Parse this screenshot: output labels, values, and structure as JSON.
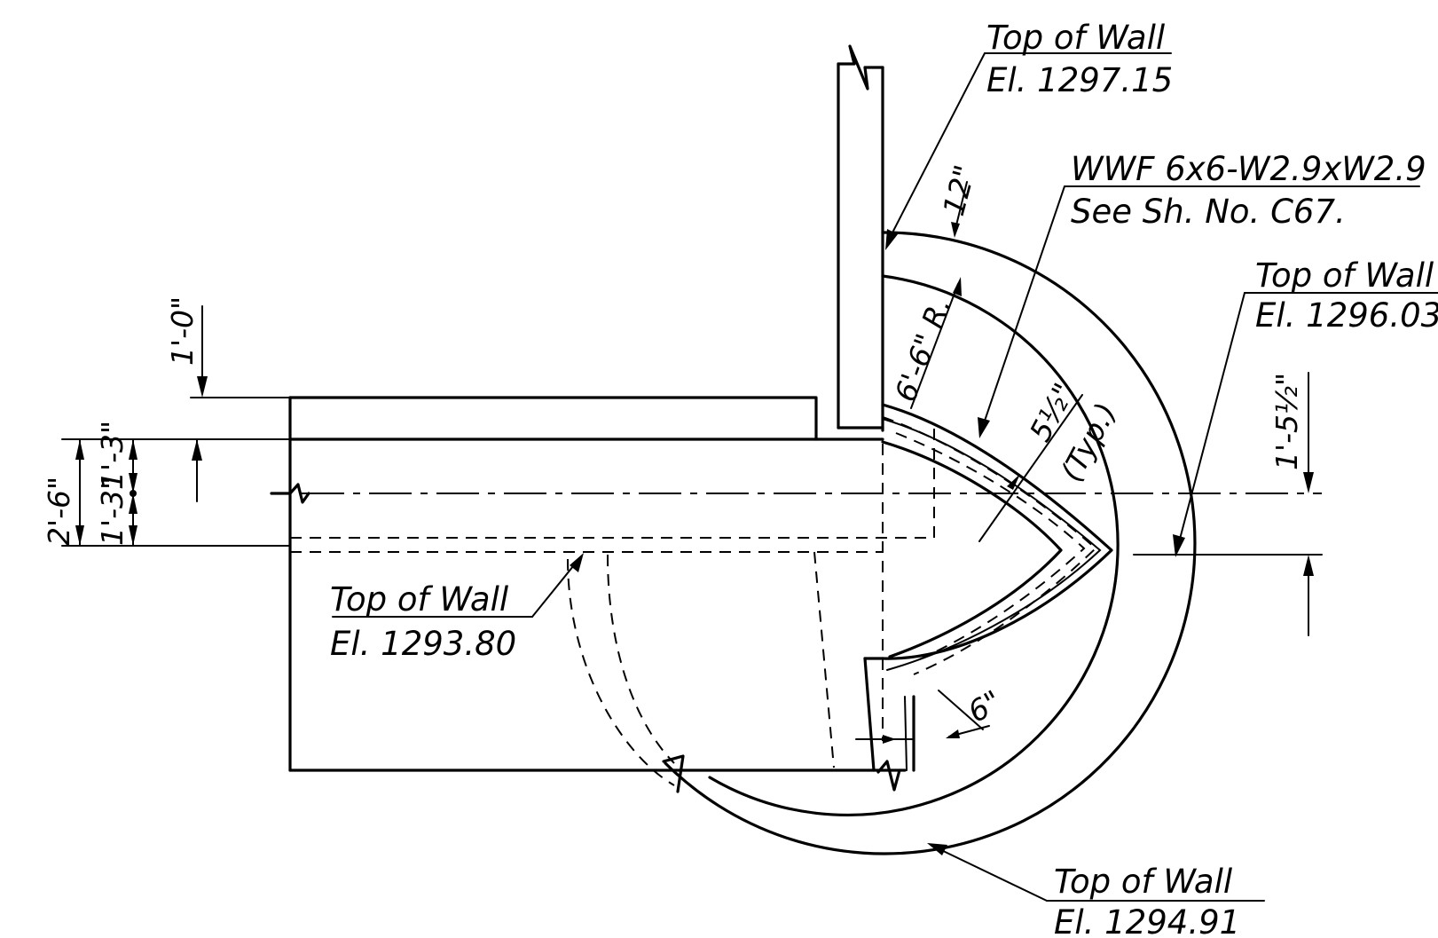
{
  "labels": {
    "top_wall_a": {
      "line1": "Top of Wall",
      "line2": "El. 1297.15"
    },
    "top_wall_b": {
      "line1": "Top of Wall",
      "line2": "El. 1296.03"
    },
    "top_wall_c": {
      "line1": "Top of Wall",
      "line2": "El. 1293.80"
    },
    "top_wall_d": {
      "line1": "Top of Wall",
      "line2": "El. 1294.91"
    },
    "wwf": {
      "line1": "WWF  6x6-W2.9xW2.9",
      "line2": "See Sh. No. C67."
    }
  },
  "dimensions": {
    "twelve_in": "12\"",
    "radius": "6'-6\" R.",
    "typ_thickness": "5½\"",
    "typ": "(Typ.)",
    "six_in": "6\"",
    "one_foot": "1'-0\"",
    "two_six": "2'-6\"",
    "one_three_a": "1'-3\"",
    "one_three_b": "1'-3\"",
    "one_five_half": "1'-5½\""
  }
}
